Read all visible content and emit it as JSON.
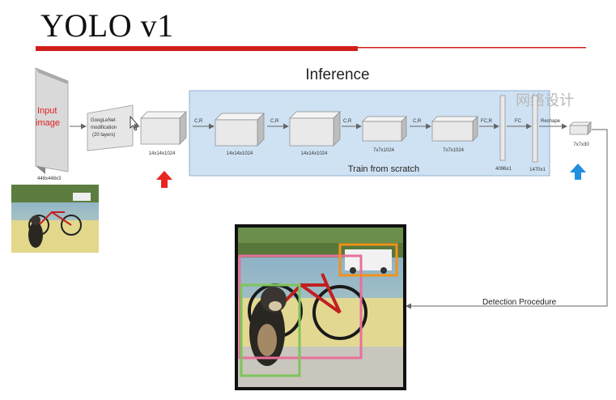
{
  "slide": {
    "title": "YOLO v1"
  },
  "diagram": {
    "inference_label": "Inference",
    "train_label": "Train from scratch",
    "watermark": "网络设计",
    "detection_label": "Detection Procedure",
    "input": {
      "label_line1": "Input",
      "label_line2": "image",
      "size": "448x448x3"
    },
    "googlenet": {
      "line1": "GoogLeNet",
      "line2": "modification",
      "line3": "(20 layers)"
    },
    "feature_maps": [
      {
        "size": "14x14x1024"
      },
      {
        "size": "14x14x1024"
      },
      {
        "size": "14x14x1024"
      },
      {
        "size": "7x7x1024"
      },
      {
        "size": "7x7x1024"
      }
    ],
    "connectors": [
      "C,R",
      "C,R",
      "C,R",
      "C,R",
      "FC,R",
      "FC",
      "Reshape"
    ],
    "fc_layers": [
      {
        "size": "4096x1"
      },
      {
        "size": "1470x1"
      }
    ],
    "output": {
      "size": "7x7x30"
    },
    "colors": {
      "title_bar": "#d0201c",
      "panel_fill": "#cfe2f3",
      "panel_border": "#8fb3d3",
      "red_arrow": "#e8261f",
      "blue_arrow": "#1f8fe0",
      "box_pink": "#e8709c",
      "box_orange": "#f0921c",
      "box_green": "#7ec45a"
    }
  }
}
